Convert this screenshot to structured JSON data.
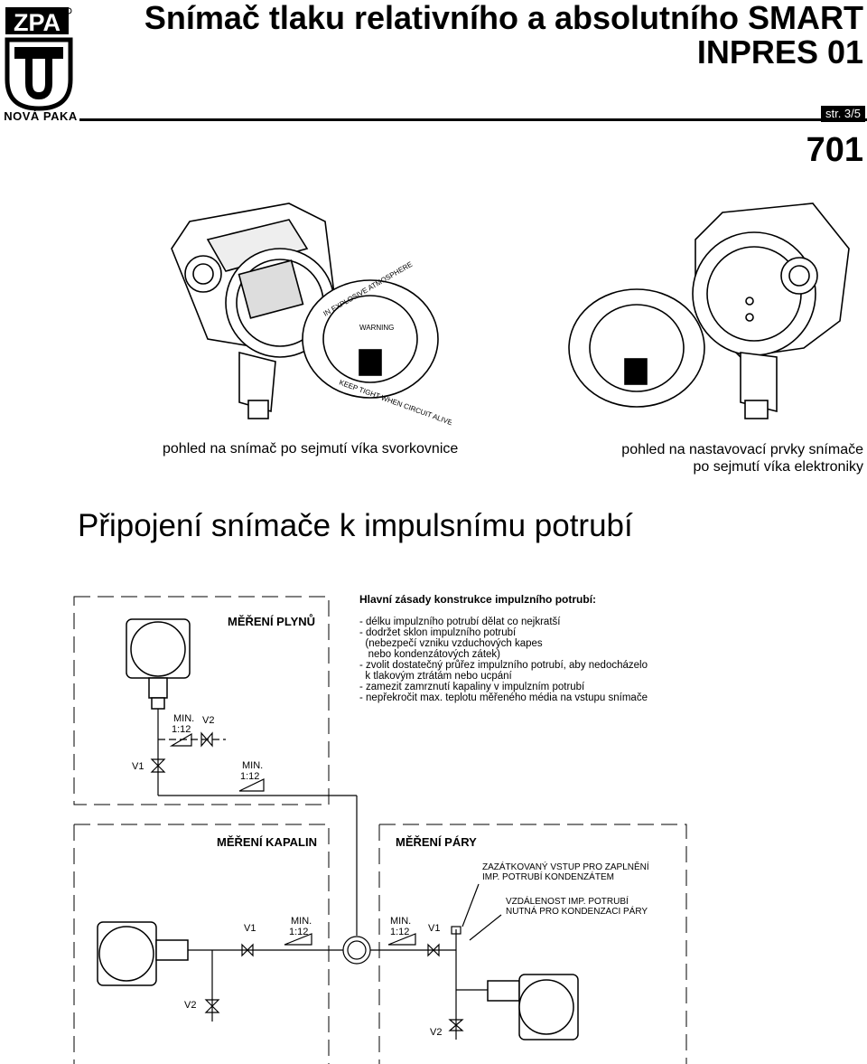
{
  "header": {
    "logo_text": "ZPA",
    "logo_place": "NOVÁ PAKA",
    "title_line1": "Snímač tlaku relativního a absolutního SMART",
    "title_line2": "INPRES 01",
    "page": "str. 3/5",
    "doc_number": "701"
  },
  "photos": {
    "left_caption": "pohled na snímač po sejmutí víka svorkovnice",
    "right_caption_line1": "pohled na nastavovací prvky snímače",
    "right_caption_line2": "po sejmutí víka elektroniky"
  },
  "section_title": "Připojení snímače k impulsnímu potrubí",
  "rules": {
    "title": "Hlavní zásady konstrukce impulzního potrubí:",
    "items": [
      "- délku impulzního potrubí dělat co nejkratší",
      "- dodržet sklon impulzního potrubí",
      "  (nebezpečí vzniku vzduchových kapes",
      "   nebo kondenzátových zátek)",
      "- zvolit dostatečný průřez impulzního potrubí, aby nedocházelo",
      "  k tlakovým ztrátám nebo ucpání",
      "- zamezit zamrznutí kapaliny v impulzním potrubí",
      "- nepřekročit max. teplotu měřeného média na vstupu snímače"
    ]
  },
  "diagrams": {
    "gas_title": "MĚŘENÍ PLYNŮ",
    "liquid_title": "MĚŘENÍ KAPALIN",
    "steam_title": "MĚŘENÍ PÁRY",
    "min_label": "MIN.",
    "slope_label": "1:12",
    "v1": "V1",
    "v2": "V2",
    "steam_note1_line1": "ZAZÁTKOVANÝ VSTUP PRO ZAPLNĚNÍ",
    "steam_note1_line2": "IMP. POTRUBÍ KONDENZÁTEM",
    "steam_note2_line1": "VZDÁLENOST IMP. POTRUBÍ",
    "steam_note2_line2": "NUTNÁ PRO KONDENZACI PÁRY"
  },
  "illustration": {
    "ex_warning": "IN EXPLOSIVE ATMOSPHERE",
    "warning": "WARNING",
    "keep_tight": "KEEP TIGHT WHEN CIRCUIT ALIVE"
  }
}
